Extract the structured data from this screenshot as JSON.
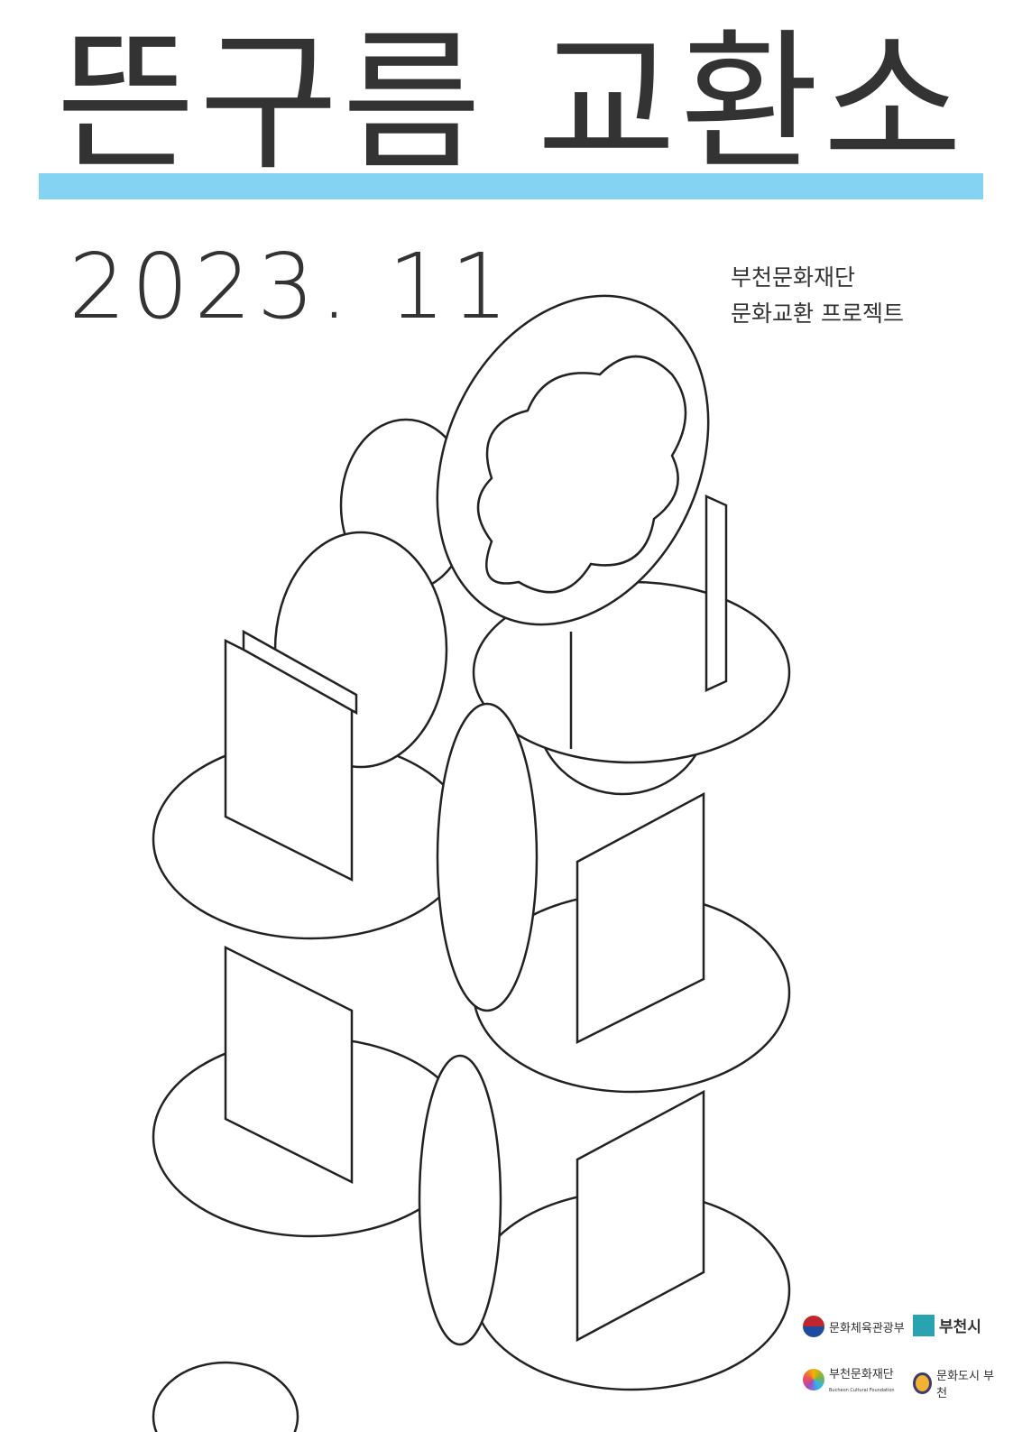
{
  "poster": {
    "title": "뜬구름 교환소",
    "date": "2023. 11",
    "organizer": "부천문화재단",
    "project": "문화교환 프로젝트",
    "accent_color": "#85d3f2"
  },
  "logos": [
    {
      "name": "문화체육관광부",
      "icon": "taegeuk-emblem"
    },
    {
      "name": "부천시",
      "icon": "bucheon-city-emblem",
      "color": "#2aa3b1"
    },
    {
      "name": "부천문화재단",
      "sub": "Bucheon Cultural Foundation",
      "icon": "mosaic-emblem"
    },
    {
      "name": "문화도시 부천",
      "icon": "culture-city-emblem"
    }
  ]
}
